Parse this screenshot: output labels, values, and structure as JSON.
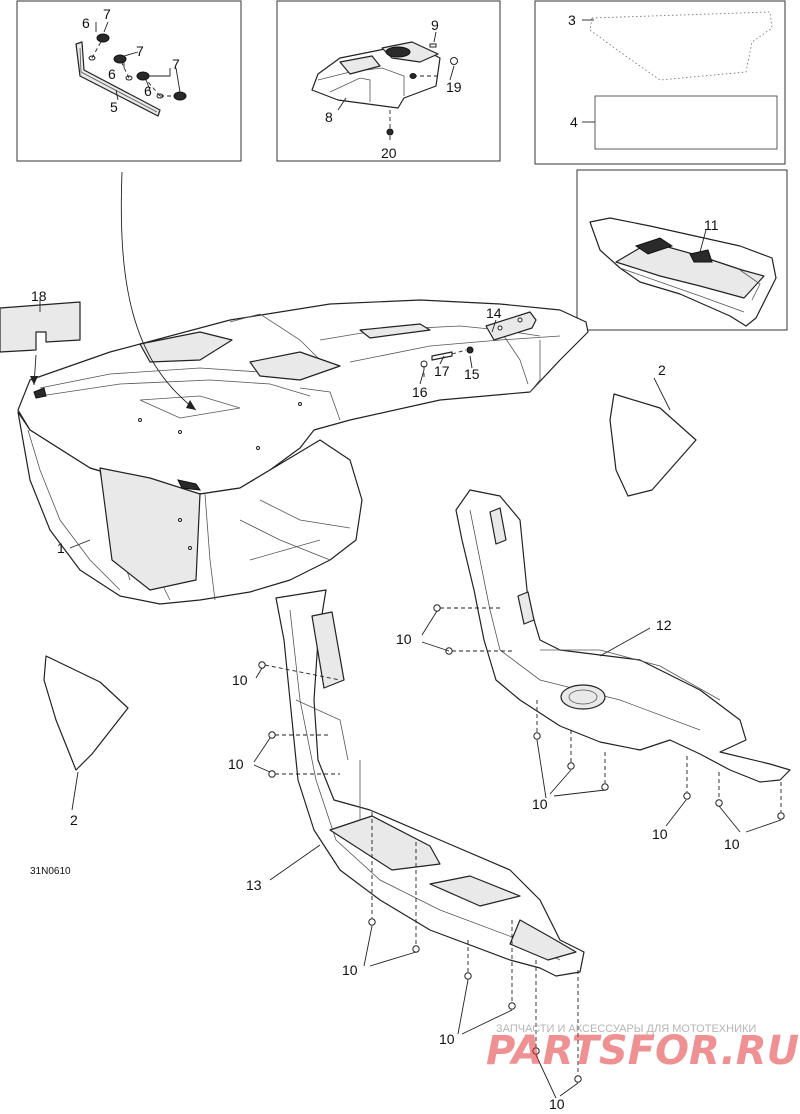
{
  "diagram": {
    "figure_code": "31N0610",
    "callouts": {
      "c1": "1",
      "c2a": "2",
      "c2b": "2",
      "c3": "3",
      "c4": "4",
      "c5": "5",
      "c6a": "6",
      "c6b": "6",
      "c6c": "6",
      "c7a": "7",
      "c7b": "7",
      "c7c": "7",
      "c8": "8",
      "c9": "9",
      "c10a": "10",
      "c10b": "10",
      "c10c": "10",
      "c10d": "10",
      "c10e": "10",
      "c10f": "10",
      "c10g": "10",
      "c10h": "10",
      "c10i": "10",
      "c11": "11",
      "c12": "12",
      "c13": "13",
      "c14": "14",
      "c15": "15",
      "c16": "16",
      "c17": "17",
      "c18": "18",
      "c19": "19",
      "c20": "20"
    }
  },
  "watermark": {
    "tagline": "ЗАПЧАСТИ И АКСЕССУАРЫ ДЛЯ МОТОТЕХНИКИ",
    "brand": "PARTSFOR.RU",
    "brand_color": "#e2363c"
  }
}
